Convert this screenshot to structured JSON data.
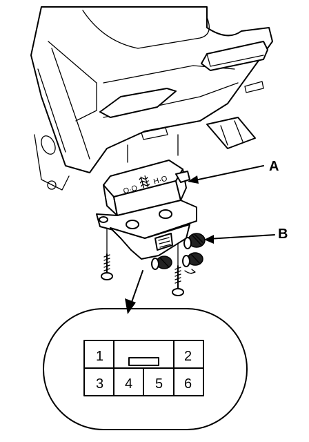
{
  "callouts": {
    "a": "A",
    "b": "B"
  },
  "switch_face": {
    "off_left": "O·O",
    "icon": "rear-defogger-icon",
    "on_right": "H·O"
  },
  "connector": {
    "pins": [
      "1",
      "2",
      "3",
      "4",
      "5",
      "6"
    ]
  }
}
